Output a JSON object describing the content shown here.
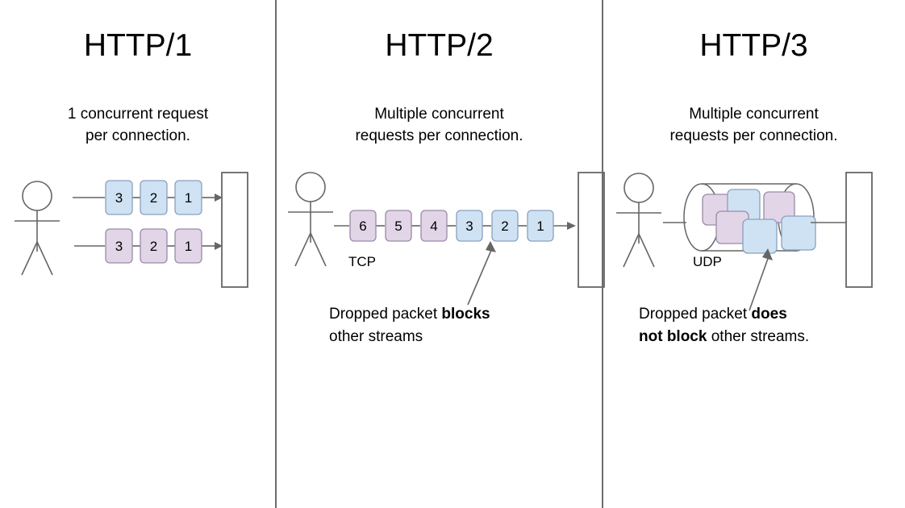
{
  "figure": {
    "kind": "http-protocol-comparison-diagram",
    "background_color": "#ffffff",
    "divider_color": "#6b6b6b",
    "stroke_color": "#666666",
    "packet_blue": "#cfe2f3",
    "packet_purple": "#e1d5e7",
    "packet_blue_border": "#8aa0bd",
    "packet_purple_border": "#9a8aa8"
  },
  "panels": [
    {
      "id": "http1",
      "title": "HTTP/1",
      "subtitle": "1 concurrent request\nper connection.",
      "protocol_label": "",
      "caption_plain": "",
      "streams": [
        {
          "color": "blue",
          "packets": [
            "3",
            "2",
            "1"
          ]
        },
        {
          "color": "purple",
          "packets": [
            "3",
            "2",
            "1"
          ]
        }
      ]
    },
    {
      "id": "http2",
      "title": "HTTP/2",
      "subtitle": "Multiple concurrent\nrequests per connection.",
      "protocol_label": "TCP",
      "caption": {
        "line1_normal": "Dropped packet ",
        "line1_bold": "blocks",
        "line2_normal": "other streams"
      },
      "streams": [
        {
          "packets": [
            {
              "label": "6",
              "color": "purple"
            },
            {
              "label": "5",
              "color": "purple"
            },
            {
              "label": "4",
              "color": "purple"
            },
            {
              "label": "3",
              "color": "blue"
            },
            {
              "label": "2",
              "color": "blue"
            },
            {
              "label": "1",
              "color": "blue"
            }
          ]
        }
      ]
    },
    {
      "id": "http3",
      "title": "HTTP/3",
      "subtitle": "Multiple concurrent\nrequests per connection.",
      "protocol_label": "UDP",
      "caption": {
        "line1_normal": "Dropped packet ",
        "line1_bold": "does",
        "line2_bold": "not block",
        "line2_normal": " other streams."
      },
      "packets_in_cylinder": [
        {
          "color": "purple"
        },
        {
          "color": "blue"
        },
        {
          "color": "purple"
        },
        {
          "color": "purple"
        },
        {
          "color": "blue"
        },
        {
          "color": "blue"
        }
      ]
    }
  ],
  "icons": {
    "stick_figure": "stick-figure-icon",
    "server": "server-bar-icon",
    "arrow": "arrow-right-icon",
    "callout_arrow": "callout-arrow-icon",
    "cylinder": "udp-cylinder-icon"
  }
}
